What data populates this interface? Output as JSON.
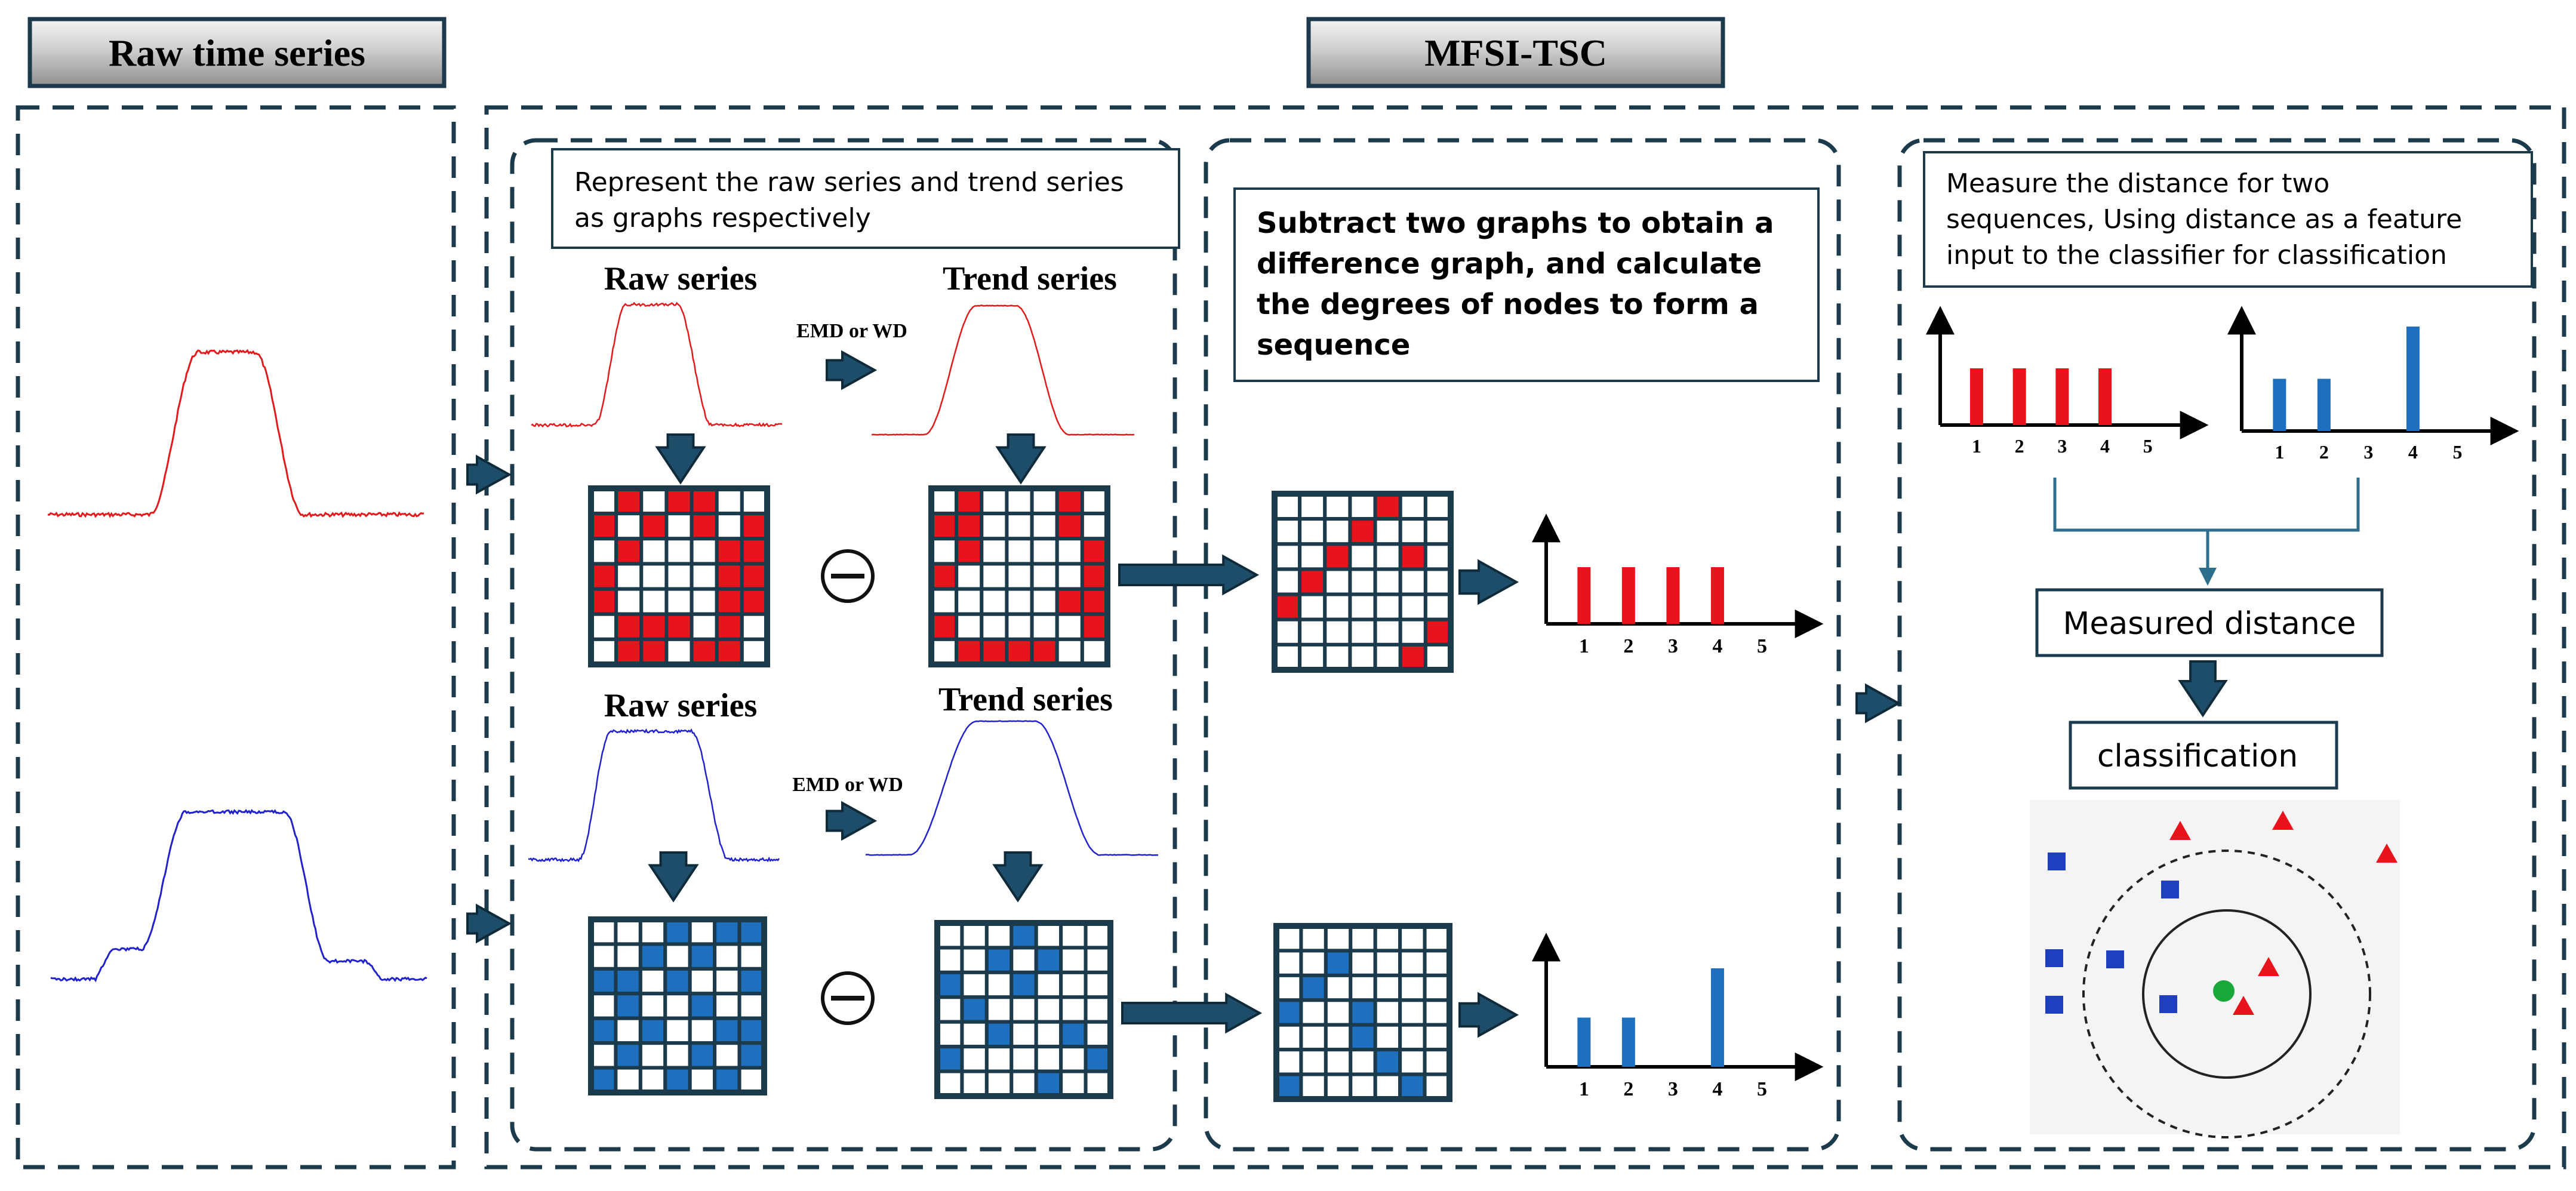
{
  "headers": {
    "raw": "Raw time series",
    "method": "MFSI-TSC"
  },
  "stage1": {
    "caption_line1": "Represent the raw series and trend series",
    "caption_line2": "as graphs respectively",
    "raw_series_label": "Raw series",
    "trend_series_label": "Trend series",
    "emd_label": "EMD or WD"
  },
  "stage2": {
    "caption_line1": "Subtract two graphs to obtain a",
    "caption_line2": "difference graph, and calculate",
    "caption_line3": "the degrees of nodes to form a",
    "caption_line4": "sequence"
  },
  "stage3": {
    "caption_line1": "Measure the distance for two",
    "caption_line2": "sequences, Using distance as a feature",
    "caption_line3": "input to the classifier for classification",
    "measured_distance": "Measured distance",
    "classification": "classification"
  },
  "axis_ticks": [
    "1",
    "2",
    "3",
    "4",
    "5"
  ],
  "colors": {
    "red": "#e8141b",
    "blue": "#1f6fbf",
    "navy": "#1b3a4b",
    "arrow": "#1d4d68",
    "series_red": "#e31a1c",
    "series_blue": "#2222cc"
  },
  "sequence_red": [
    3,
    3,
    3,
    3,
    0
  ],
  "sequence_blue": [
    2,
    2,
    0,
    4,
    0
  ],
  "chart_data": [
    {
      "type": "bar",
      "categories": [
        "1",
        "2",
        "3",
        "4",
        "5"
      ],
      "series": [
        {
          "values": [
            3,
            3,
            3,
            3,
            0
          ]
        }
      ]
    },
    {
      "type": "bar",
      "categories": [
        "1",
        "2",
        "3",
        "4",
        "5"
      ],
      "series": [
        {
          "values": [
            2,
            2,
            0,
            4,
            0
          ]
        }
      ]
    }
  ],
  "grid_red_raw": [
    [
      0,
      1,
      0,
      1,
      1,
      0,
      0
    ],
    [
      1,
      0,
      1,
      0,
      1,
      0,
      1
    ],
    [
      0,
      1,
      0,
      0,
      0,
      1,
      1
    ],
    [
      1,
      0,
      0,
      0,
      0,
      1,
      1
    ],
    [
      1,
      0,
      0,
      0,
      0,
      1,
      1
    ],
    [
      0,
      1,
      1,
      1,
      0,
      1,
      0
    ],
    [
      0,
      1,
      1,
      0,
      1,
      1,
      0
    ]
  ],
  "grid_red_trend": [
    [
      0,
      1,
      0,
      0,
      0,
      1,
      0
    ],
    [
      1,
      1,
      0,
      0,
      0,
      1,
      0
    ],
    [
      0,
      1,
      0,
      0,
      0,
      0,
      1
    ],
    [
      1,
      0,
      0,
      0,
      0,
      0,
      1
    ],
    [
      0,
      0,
      0,
      0,
      0,
      1,
      1
    ],
    [
      1,
      0,
      0,
      0,
      0,
      0,
      1
    ],
    [
      0,
      1,
      1,
      1,
      1,
      0,
      0
    ]
  ],
  "grid_red_diff": [
    [
      0,
      0,
      0,
      0,
      1,
      0,
      0
    ],
    [
      0,
      0,
      0,
      1,
      0,
      0,
      0
    ],
    [
      0,
      0,
      1,
      0,
      0,
      1,
      0
    ],
    [
      0,
      1,
      0,
      0,
      0,
      0,
      0
    ],
    [
      1,
      0,
      0,
      0,
      0,
      0,
      0
    ],
    [
      0,
      0,
      0,
      0,
      0,
      0,
      1
    ],
    [
      0,
      0,
      0,
      0,
      0,
      1,
      0
    ]
  ],
  "grid_blue_raw": [
    [
      0,
      0,
      0,
      1,
      0,
      1,
      1
    ],
    [
      0,
      0,
      1,
      0,
      1,
      0,
      0
    ],
    [
      1,
      1,
      0,
      1,
      0,
      0,
      1
    ],
    [
      0,
      1,
      0,
      0,
      1,
      0,
      0
    ],
    [
      1,
      0,
      1,
      0,
      0,
      1,
      1
    ],
    [
      0,
      1,
      0,
      0,
      1,
      0,
      1
    ],
    [
      1,
      0,
      0,
      1,
      0,
      1,
      0
    ]
  ],
  "grid_blue_trend": [
    [
      0,
      0,
      0,
      1,
      0,
      0,
      0
    ],
    [
      0,
      0,
      1,
      0,
      1,
      0,
      0
    ],
    [
      1,
      0,
      0,
      1,
      0,
      0,
      0
    ],
    [
      0,
      1,
      0,
      0,
      0,
      0,
      0
    ],
    [
      0,
      0,
      1,
      0,
      0,
      1,
      0
    ],
    [
      1,
      0,
      0,
      0,
      0,
      0,
      1
    ],
    [
      0,
      0,
      0,
      0,
      1,
      0,
      0
    ]
  ],
  "grid_blue_diff": [
    [
      0,
      0,
      0,
      0,
      0,
      0,
      0
    ],
    [
      0,
      0,
      1,
      0,
      0,
      0,
      0
    ],
    [
      0,
      1,
      0,
      0,
      0,
      0,
      0
    ],
    [
      1,
      0,
      0,
      1,
      0,
      0,
      0
    ],
    [
      0,
      0,
      0,
      1,
      0,
      0,
      0
    ],
    [
      0,
      0,
      0,
      0,
      1,
      0,
      0
    ],
    [
      1,
      0,
      0,
      0,
      0,
      1,
      0
    ]
  ]
}
